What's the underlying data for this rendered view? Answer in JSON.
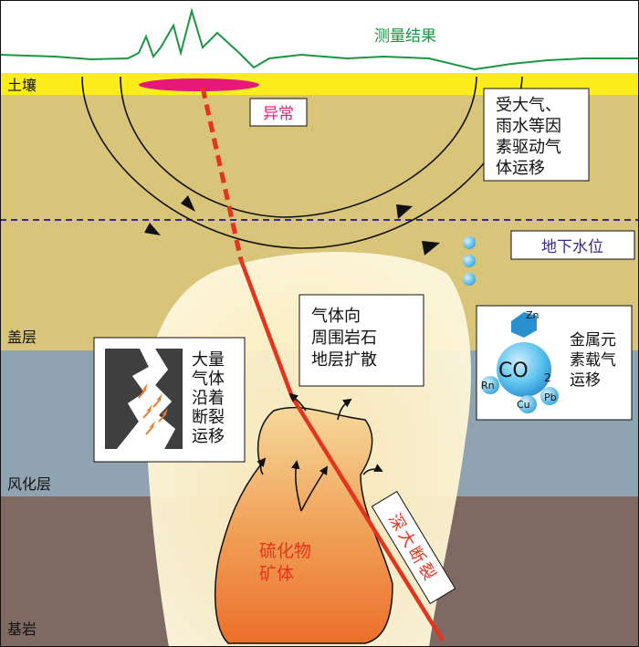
{
  "measurement": {
    "label": "测量结果",
    "color": "#1a9641"
  },
  "layers": {
    "soil": "土壤",
    "cover": "盖层",
    "weathered": "风化层",
    "bedrock": "基岩"
  },
  "anomaly": {
    "label": "异常",
    "color": "#e8177a"
  },
  "water_table": {
    "label": "地下水位",
    "color": "#3b2a8a"
  },
  "atmospheric_box": {
    "lines": [
      "受大气、",
      "雨水等因",
      "素驱动气",
      "体运移"
    ]
  },
  "diffusion_box": {
    "lines": [
      "气体向",
      "周围岩石",
      "地层扩散"
    ]
  },
  "fault_migration_box": {
    "lines": [
      "大量",
      "气体",
      "沿着",
      "断裂",
      "运移"
    ]
  },
  "metal_box": {
    "molecule": "CO",
    "subscript": "2",
    "elements": {
      "zn": "Zn",
      "rn": "Rn",
      "cu": "Cu",
      "pb": "Pb"
    },
    "lines": [
      "金属元",
      "素载气",
      "运移"
    ]
  },
  "ore_body": {
    "lines": [
      "硫化物",
      "矿体"
    ],
    "color": "#e5341d"
  },
  "fault": {
    "label": "深大断裂",
    "color": "#e5341d"
  }
}
